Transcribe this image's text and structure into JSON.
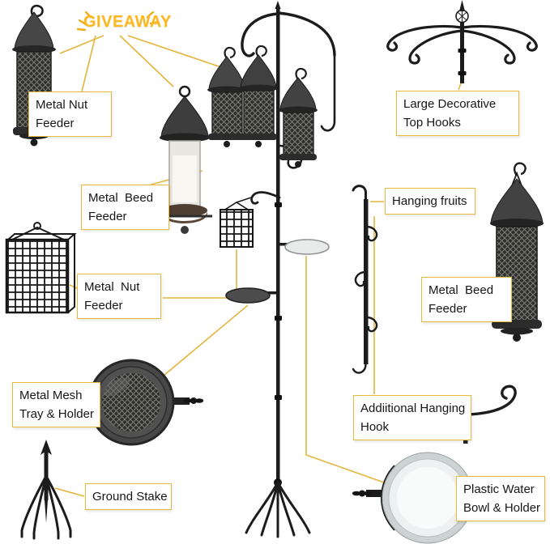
{
  "giveaway": {
    "text": "GIVEAWAY"
  },
  "labels": {
    "metal_nut_feeder_1": {
      "line1": "Metal Nut",
      "line2": "Feeder"
    },
    "metal_beed_feeder_1": {
      "line1": "Metal  Beed",
      "line2": "Feeder"
    },
    "metal_nut_feeder_2": {
      "line1": "Metal  Nut",
      "line2": "Feeder"
    },
    "metal_mesh_tray": {
      "line1": "Metal Mesh",
      "line2": "Tray & Holder"
    },
    "ground_stake": {
      "line1": "Ground Stake"
    },
    "large_decorative_top_hooks": {
      "line1": "Large Decorative",
      "line2": "Top Hooks"
    },
    "hanging_fruits": {
      "line1": "Hanging fruits"
    },
    "metal_beed_feeder_2": {
      "line1": "Metal  Beed",
      "line2": "Feeder"
    },
    "additional_hanging_hook": {
      "line1": "Addiitional Hanging",
      "line2": "Hook"
    },
    "plastic_water_bowl": {
      "line1": "Plastic Water",
      "line2": "Bowl & Holder"
    }
  },
  "colors": {
    "accent_yellow": "#E8B93F",
    "giveaway_yellow": "#FFB81C",
    "illustration_black": "#1C1C1C",
    "bowl_white": "#F9FBFB",
    "background": "#FFFFFF"
  },
  "icons": {
    "callout_lines": "yellow-callout-connector-lines",
    "wing_nut": "wing-nut-clamp-icon",
    "sparkles": "giveaway-sparkle-icon"
  }
}
